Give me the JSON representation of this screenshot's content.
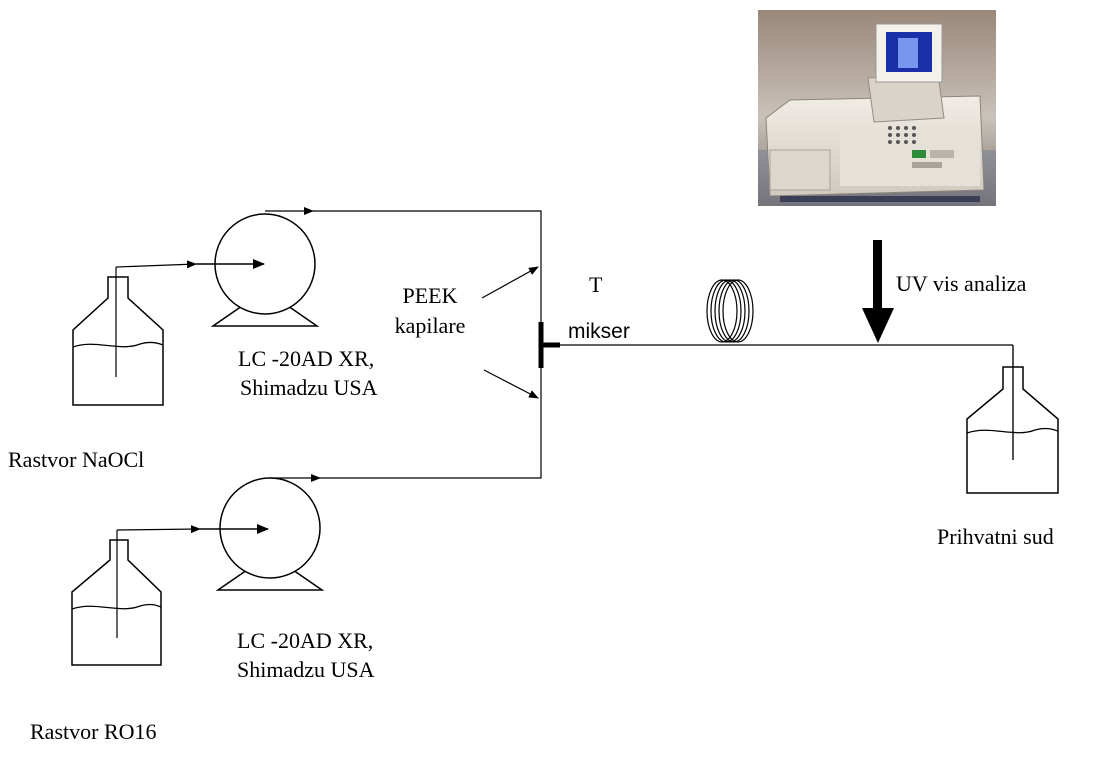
{
  "labels": {
    "pump_top_line1": "LC -20AD XR,",
    "pump_top_line2": "Shimadzu USA",
    "pump_bottom_line1": "LC -20AD XR,",
    "pump_bottom_line2": "Shimadzu USA",
    "solution_top": "Rastvor NaOCl",
    "solution_bottom": "Rastvor RO16",
    "peek_line1": "PEEK",
    "peek_line2": "kapilare",
    "mixer_line1": "T",
    "mixer_line2": "mikser",
    "uv_analysis": "UV vis analiza",
    "receiver": "Prihvatni sud"
  },
  "colors": {
    "line": "#000000",
    "background": "#ffffff"
  },
  "icons": {
    "spectrophotometer": "spectrophotometer-photo",
    "pump": "pump-icon",
    "bottle": "bottle-icon",
    "coil": "coil-icon"
  }
}
